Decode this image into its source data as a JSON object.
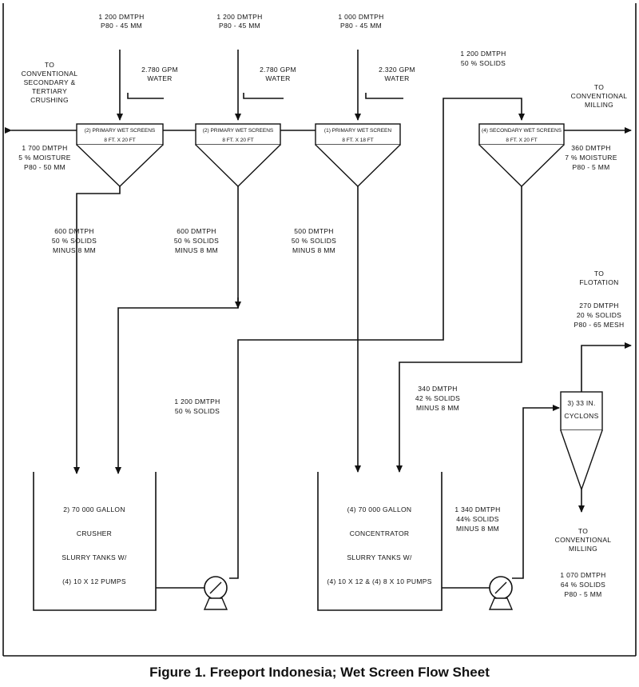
{
  "feeds": [
    {
      "rate": "1 200 DMTPH",
      "size": "P80 - 45 MM"
    },
    {
      "rate": "1 200 DMTPH",
      "size": "P80 - 45 MM"
    },
    {
      "rate": "1 000 DMTPH",
      "size": "P80 - 45 MM"
    }
  ],
  "water": [
    {
      "rate": "2.780 GPM",
      "label": "WATER"
    },
    {
      "rate": "2.780 GPM",
      "label": "WATER"
    },
    {
      "rate": "2.320 GPM",
      "label": "WATER"
    }
  ],
  "secondary_feed": {
    "rate": "1 200 DMTPH",
    "solids": "50 % SOLIDS"
  },
  "screens": [
    {
      "title": "(2) PRIMARY WET SCREENS",
      "size": "8 FT. X 20 FT"
    },
    {
      "title": "(2) PRIMARY WET SCREENS",
      "size": "8 FT. X 20 FT"
    },
    {
      "title": "(1) PRIMARY WET SCREEN",
      "size": "8 FT. X 18 FT"
    },
    {
      "title": "(4) SECONDARY WET SCREENS",
      "size": "8 FT. X 20 FT"
    }
  ],
  "left_outlet": {
    "dest1": "TO",
    "dest2": "CONVENTIONAL",
    "dest3": "SECONDARY &",
    "dest4": "TERTIARY",
    "dest5": "CRUSHING",
    "rate": "1 700 DMTPH",
    "moisture": "5 % MOISTURE",
    "size": "P80 - 50 MM"
  },
  "right_outlet": {
    "dest1": "TO",
    "dest2": "CONVENTIONAL",
    "dest3": "MILLING",
    "rate": "360 DMTPH",
    "moisture": "7 % MOISTURE",
    "size": "P80 - 5 MM"
  },
  "underflows": [
    {
      "rate": "600 DMTPH",
      "solids": "50 % SOLIDS",
      "size": "MINUS 8 MM"
    },
    {
      "rate": "600 DMTPH",
      "solids": "50 % SOLIDS",
      "size": "MINUS 8 MM"
    },
    {
      "rate": "500 DMTPH",
      "solids": "50 % SOLIDS",
      "size": "MINUS 8 MM"
    }
  ],
  "pump1_line": {
    "rate": "1 200 DMTPH",
    "solids": "50 % SOLIDS"
  },
  "secondary_underflow": {
    "rate": "340 DMTPH",
    "solids": "42 % SOLIDS",
    "size": "MINUS 8 MM"
  },
  "tank1": {
    "l1": "2) 70 000 GALLON",
    "l2": "CRUSHER",
    "l3": "SLURRY TANKS W/",
    "l4": "(4) 10 X 12 PUMPS"
  },
  "tank2": {
    "l1": "(4) 70 000 GALLON",
    "l2": "CONCENTRATOR",
    "l3": "SLURRY TANKS W/",
    "l4": "(4) 10 X 12 & (4) 8 X 10 PUMPS"
  },
  "pump2_line": {
    "rate": "1 340 DMTPH",
    "solids": "44% SOLIDS",
    "size": "MINUS 8 MM"
  },
  "cyclone": {
    "l1": "3) 33 IN.",
    "l2": "CYCLONS"
  },
  "flotation": {
    "dest1": "TO",
    "dest2": "FLOTATION",
    "rate": "270 DMTPH",
    "solids": "20 % SOLIDS",
    "size": "P80 - 65 MESH"
  },
  "cyclone_under": {
    "dest1": "TO",
    "dest2": "CONVENTIONAL",
    "dest3": "MILLING",
    "rate": "1 070 DMTPH",
    "solids": "64 % SOLIDS",
    "size": "P80 - 5 MM"
  },
  "caption": "Figure 1.  Freeport Indonesia;  Wet Screen Flow Sheet"
}
